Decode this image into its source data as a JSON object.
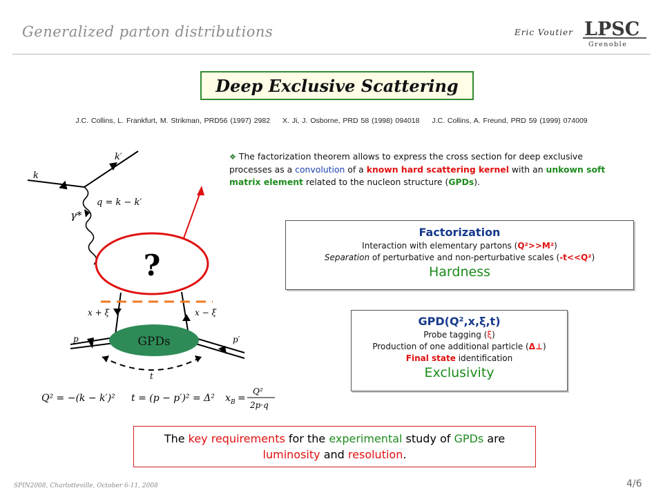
{
  "header": {
    "title": "Generalized parton distributions",
    "author": "Eric Voutier",
    "logo_text": "LPSC",
    "logo_sub": "Grenoble"
  },
  "slide": {
    "title": "Deep Exclusive Scattering",
    "references": [
      "J.C. Collins, L. Frankfurt, M. Strikman, PRD56 (1997) 2982",
      "X. Ji, J. Osborne, PRD 58 (1998) 094018",
      "J.C. Collins, A. Freund, PRD 59 (1999) 074009"
    ]
  },
  "intro": {
    "p1": "The factorization theorem allows to express the cross section for deep exclusive processes as a ",
    "convolution": "convolution",
    "p2": " of a ",
    "kernel": "known hard scattering kernel",
    "p3": " with an ",
    "soft": "unkown soft matrix element",
    "p4": " related to the nucleon structure (",
    "gpds": "GPDs",
    "p5": ")."
  },
  "diagram": {
    "blob_label": "?",
    "gpd_label": "GPDs",
    "k": "k",
    "k_prime": "k′",
    "gamma": "γ*",
    "q_eq": "q = k − k′",
    "x_plus": "x + ξ",
    "x_minus": "x − ξ",
    "p": "p",
    "p_prime": "p′",
    "t": "t",
    "formula_q2": "Q² = −(k − k′)²",
    "formula_t": "t = (p − p′)² = Δ²",
    "formula_xb_lhs": "x",
    "formula_xb_sub": "B",
    "formula_xb_eq": "=",
    "formula_xb_num": "Q²",
    "formula_xb_den": "2p·q"
  },
  "factorization_box": {
    "title": "Factorization",
    "line1_pre": "Interaction with elementary partons  (",
    "line1_cond": "Q²>>M²",
    "line1_post": ")",
    "line2_italic": "Separation",
    "line2_rest": " of perturbative and non-perturbative scales (",
    "line2_cond": "-t<<Q²",
    "line2_post": ")",
    "key": "Hardness"
  },
  "gpd_box": {
    "title": "GPD(Q²,x,ξ,t)",
    "line1_pre": "Probe tagging (",
    "line1_sym": "ξ",
    "line1_post": ")",
    "line2_pre": "Production of one additional particle (",
    "line2_sym": "Δ⊥",
    "line2_post": ")",
    "line3_red": "Final state",
    "line3_rest": " identification",
    "key": "Exclusivity"
  },
  "conclusion": {
    "w1": "The ",
    "key_req": "key requirements",
    "w2": " for the ",
    "experimental": "experimental",
    "w3": " study of ",
    "gpds": "GPDs",
    "w4": " are",
    "luminosity": "luminosity",
    "w5": " and ",
    "resolution": "resolution",
    "w6": "."
  },
  "footer": {
    "conference": "SPIN2008, Charlotteville, October 6-11, 2008",
    "page": "4/6"
  },
  "colors": {
    "green": "#1e8b1e",
    "red": "#e01010",
    "blue": "#1a3fb0",
    "orange_dash": "#f07820",
    "gpd_blob": "#2e8b57"
  }
}
